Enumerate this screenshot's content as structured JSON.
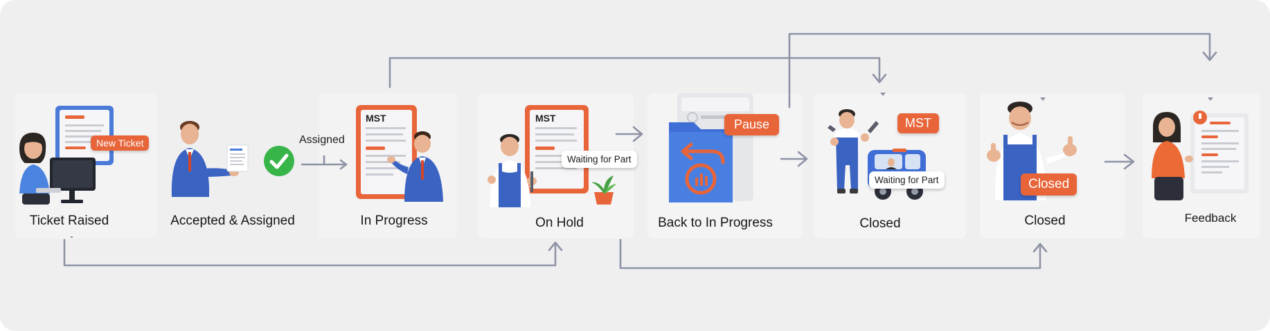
{
  "stages": [
    {
      "id": "ticket-raised",
      "label": "Ticket Raised"
    },
    {
      "id": "accepted-assigned",
      "label": "Accepted & Assigned"
    },
    {
      "id": "in-progress",
      "label": "In Progress"
    },
    {
      "id": "on-hold",
      "label": "On Hold"
    },
    {
      "id": "back-to-in-progress",
      "label": "Back to In Progress"
    },
    {
      "id": "closed-1",
      "label": "Closed"
    },
    {
      "id": "closed-2",
      "label": "Closed"
    },
    {
      "id": "feedback",
      "label": "Feedback"
    }
  ],
  "tags": {
    "new_ticket": "New Ticket",
    "assigned": "Assigned",
    "mst": "MST",
    "waiting_for_part": "Waiting for Part",
    "pause": "Pause",
    "closed": "Closed"
  },
  "colors": {
    "background": "#efeff0",
    "accent_orange": "#e8653a",
    "accent_blue": "#3f6fd6",
    "connector": "#8e93a4",
    "check_green": "#38b549"
  },
  "icons": [
    "woman-at-computer-icon",
    "businessman-with-document-icon",
    "checkmark-icon",
    "document-with-businessman-icon",
    "mechanic-with-document-icon",
    "plant-icon",
    "folder-with-return-arrow-icon",
    "mechanic-with-truck-icon",
    "thumbs-up-worker-icon",
    "woman-with-document-icon"
  ]
}
